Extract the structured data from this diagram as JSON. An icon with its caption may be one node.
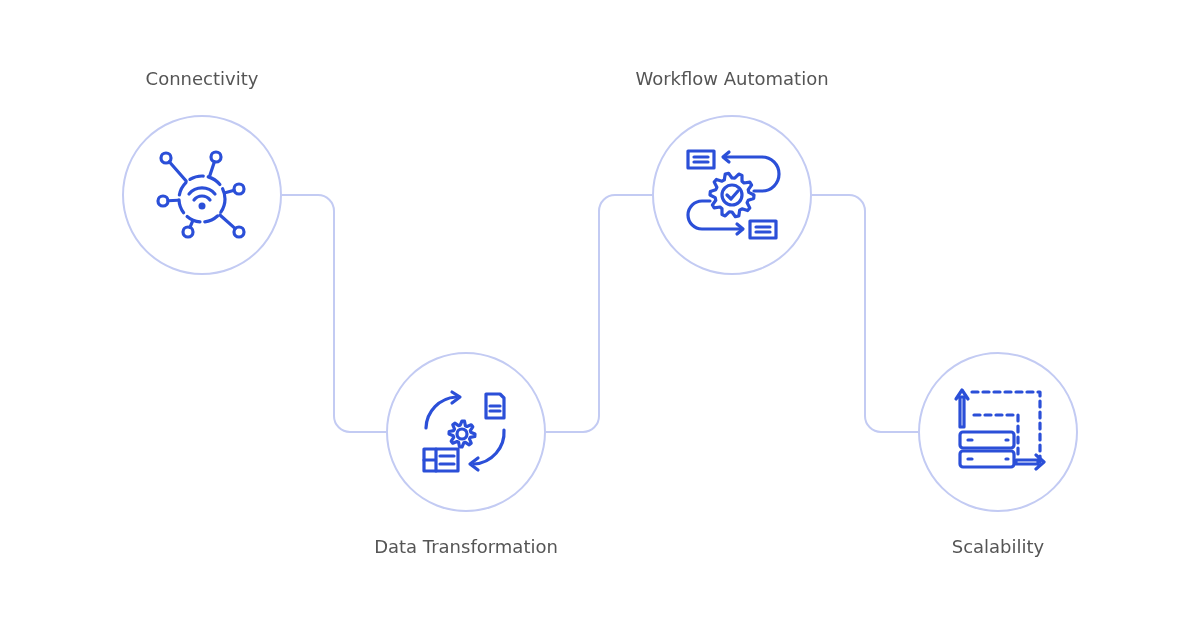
{
  "diagram": {
    "nodes": [
      {
        "text": [
          "Connectivity"
        ]
      },
      {
        "text": [
          "Data Transformation"
        ]
      },
      {
        "text": [
          "Workflow Automation"
        ]
      },
      {
        "text": [
          "Scalability"
        ]
      }
    ],
    "edges": [
      {
        "from": 0,
        "to": 1,
        "arrow": "none"
      },
      {
        "from": 1,
        "to": 2,
        "arrow": "none"
      },
      {
        "from": 2,
        "to": 3,
        "arrow": "none"
      }
    ]
  }
}
